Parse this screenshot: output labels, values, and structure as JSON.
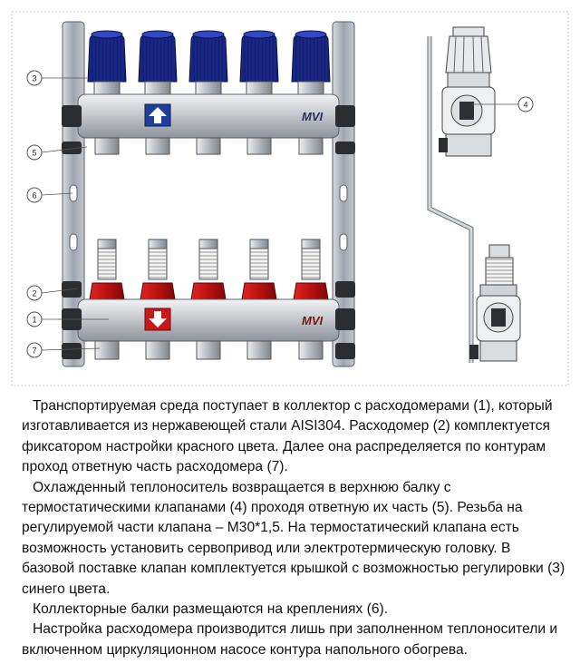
{
  "callouts": {
    "c1": "1",
    "c2": "2",
    "c3": "3",
    "c4": "4",
    "c5": "5",
    "c6": "6",
    "c7": "7"
  },
  "logo_text": "MVI",
  "paragraphs": [
    "Транспортируемая среда поступает в коллектор с расходомерами (1), который изготавливается из нержавеющей стали AISI304. Расходомер (2) комплектуется фиксатором настройки красного цвета. Далее она распределяется по контурам проход ответную часть расходомера (7).",
    "Охлажденный теплоноситель возвращается в верхнюю балку с термостатическими клапанами (4) проходя ответную их часть (5). Резьба на регулируемой части клапана – М30*1,5. На термостатический клапана есть возможность установить сервопривод или электротермическую головку. В базовой поставке клапан комплектуется крышкой с возможностью регулировки (3) синего цвета.",
    "Коллекторные балки размещаются на креплениях (6).",
    "Настройка расходомера производится лишь при заполненном теплоносители и включенном циркуляционном насосе контура напольного обогрева."
  ],
  "colors": {
    "blue_cap": "#1f2f9e",
    "red_knob": "#c21414",
    "steel": "#c9ccd0",
    "bracket": "#aab0b8",
    "arrow_blue": "#1c3f9a",
    "arrow_red": "#c81818"
  }
}
